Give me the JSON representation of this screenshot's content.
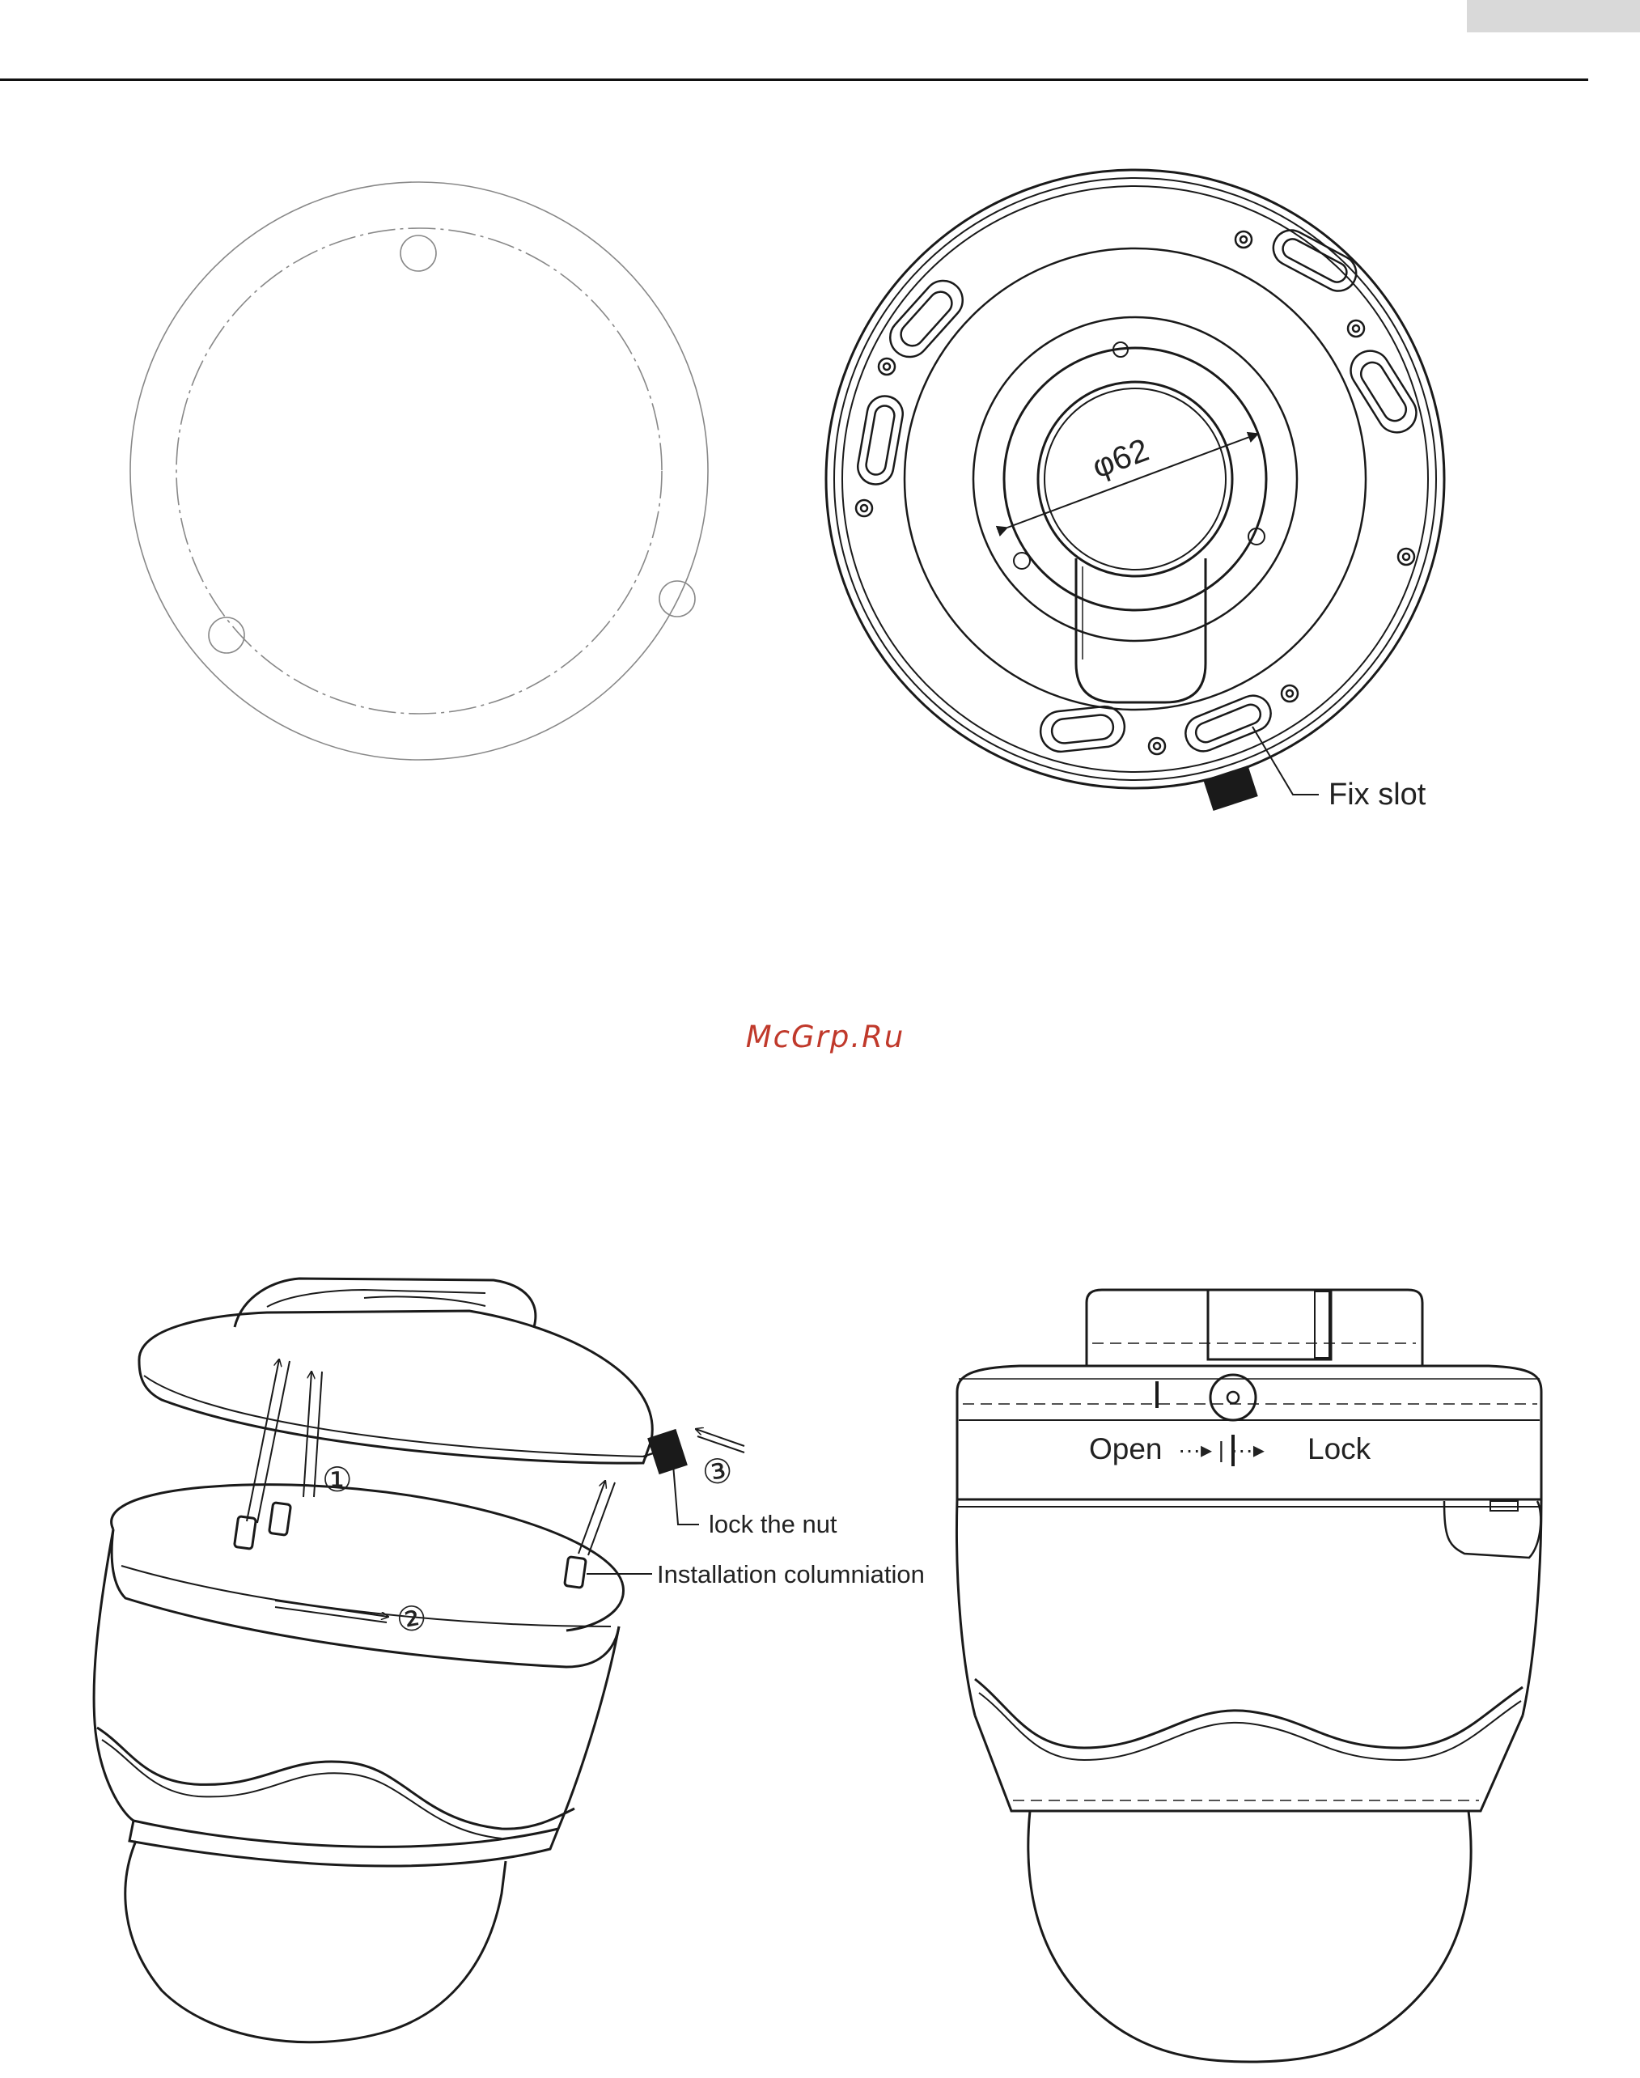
{
  "page": {
    "header_color": "#d9d9d9",
    "rule_color": "#111111",
    "line_color": "#1a1a1a"
  },
  "watermark": {
    "text": "McGrp.Ru",
    "color": "#c0392b"
  },
  "figures": {
    "top_left": {
      "icon": "mounting-template-icon"
    },
    "top_right": {
      "icon": "mounting-bracket-icon",
      "dimension": "φ62",
      "callout": "Fix slot"
    },
    "bottom_left": {
      "icon": "camera-installation-icon",
      "steps": [
        "①",
        "②",
        "③"
      ],
      "callouts": [
        "lock the nut",
        "Installation columniation"
      ]
    },
    "bottom_right": {
      "icon": "installed-camera-icon",
      "labels": {
        "open": "Open",
        "lock": "Lock",
        "arrows": "···▸ | ···▸"
      }
    }
  }
}
